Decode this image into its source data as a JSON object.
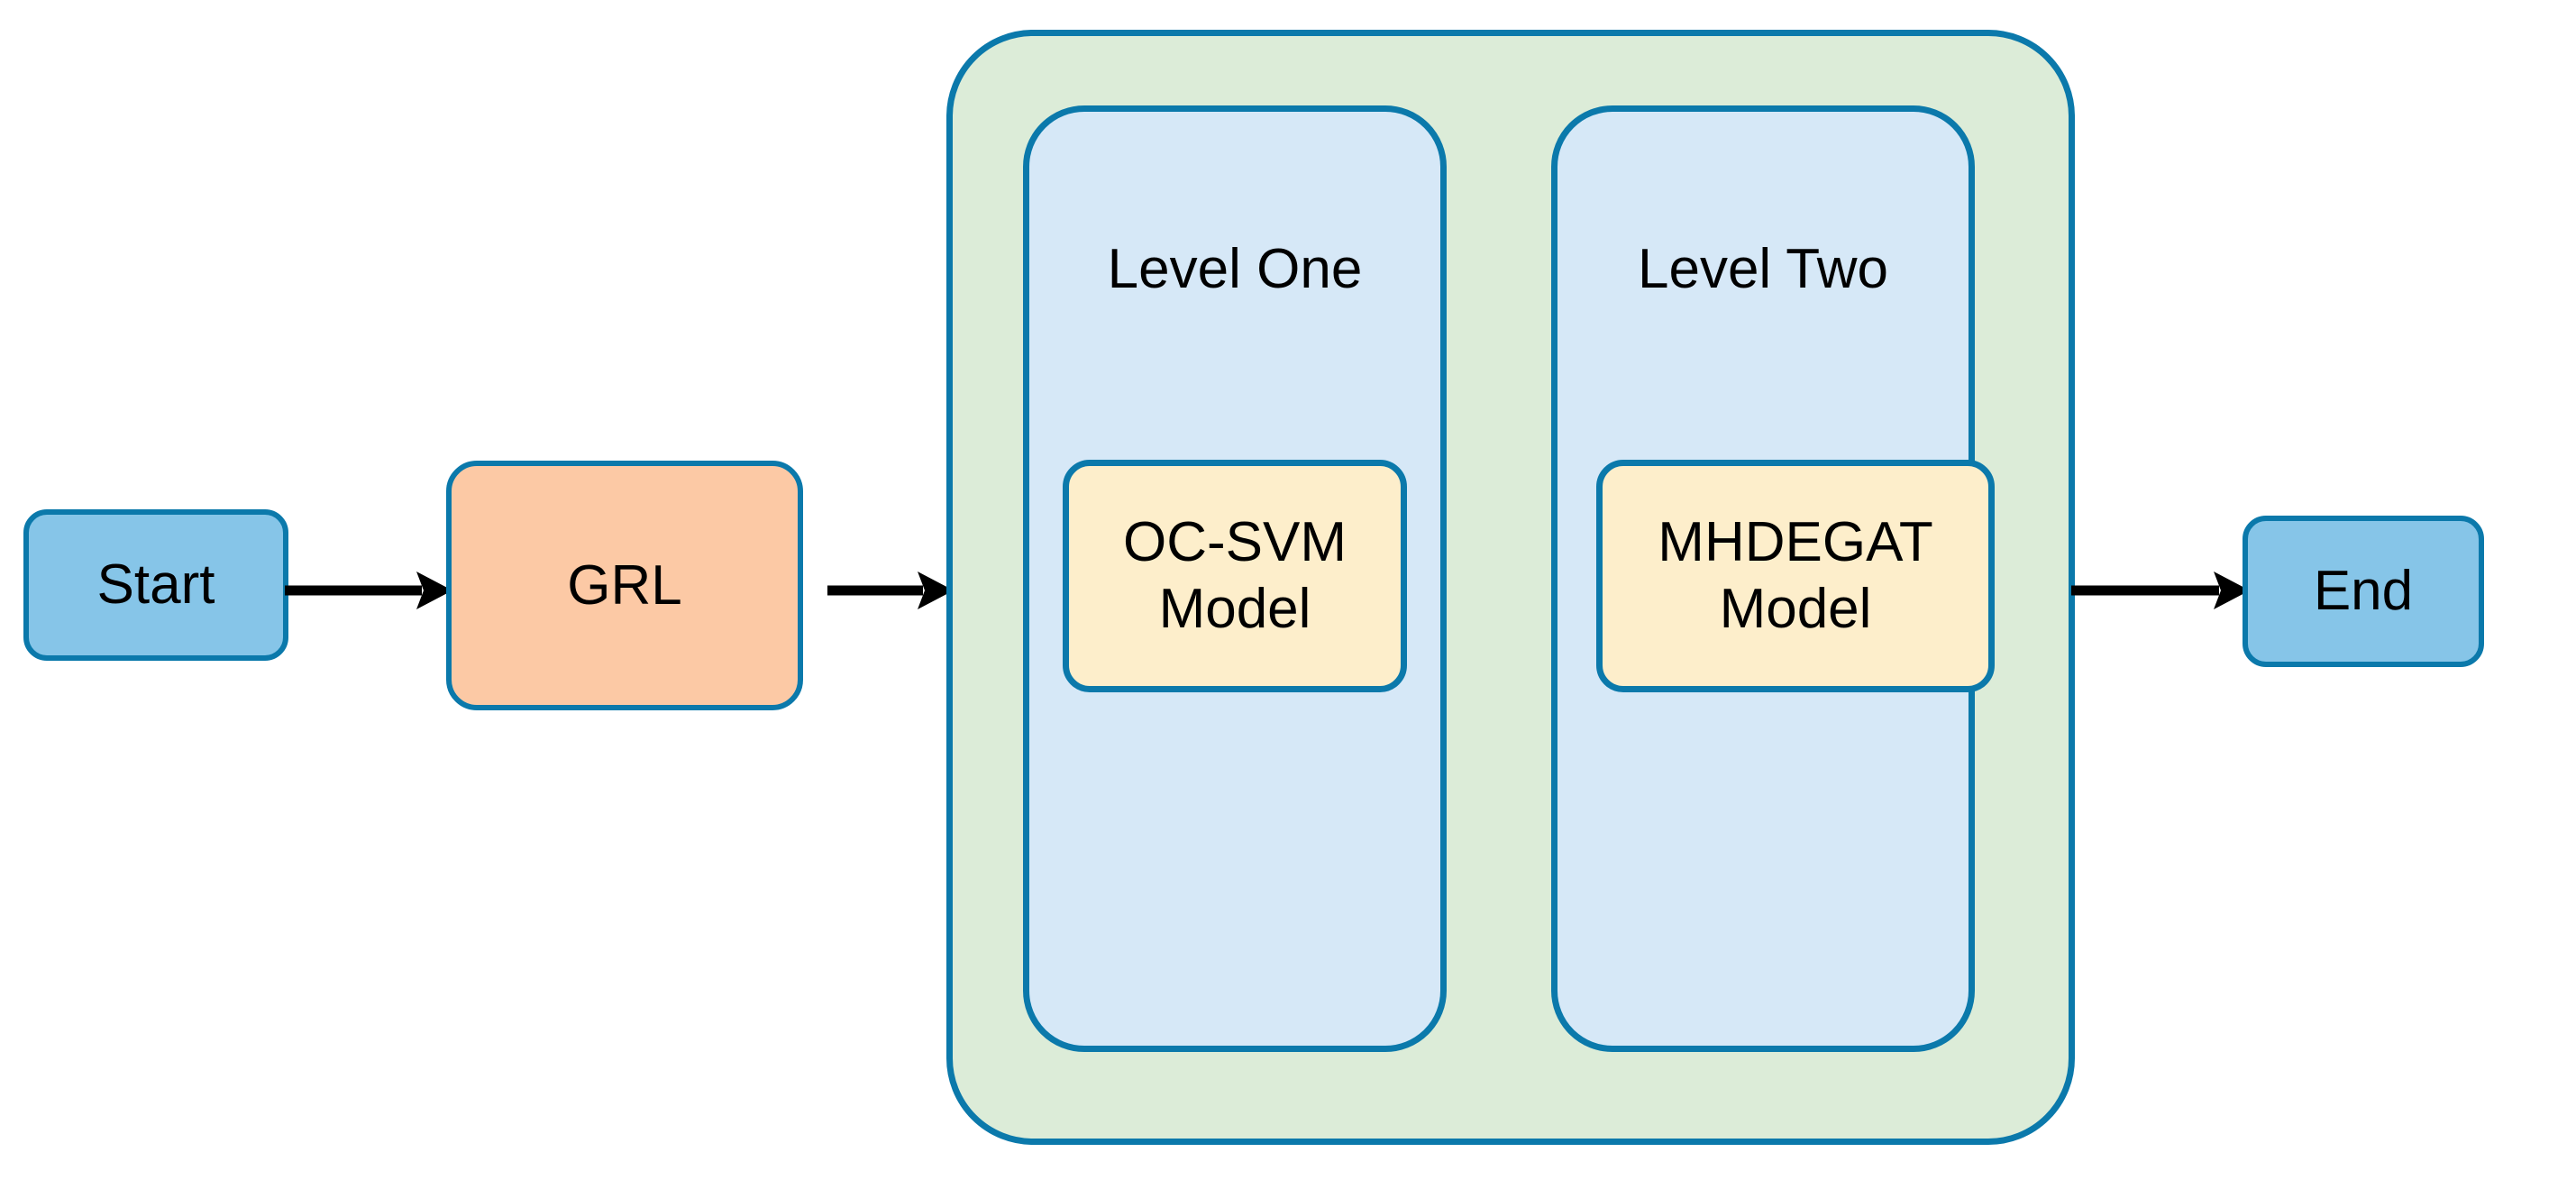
{
  "diagram": {
    "title": "Two-level anomaly detection pipeline flowchart",
    "colors": {
      "stroke": "#0b79ab",
      "terminal_fill": "#86c5e8",
      "process_fill": "#fcc9a5",
      "group_fill": "#dcecd8",
      "lane_fill": "#d6e8f7",
      "model_fill": "#fdeecb",
      "arrow": "#000000"
    },
    "nodes": {
      "start": {
        "label": "Start"
      },
      "grl": {
        "label": "GRL"
      },
      "end": {
        "label": "End"
      }
    },
    "group": {
      "lanes": [
        {
          "title": "Level One",
          "model": {
            "label": "OC-SVM\nModel"
          }
        },
        {
          "title": "Level Two",
          "model": {
            "label": "MHDEGAT\nModel"
          }
        }
      ]
    },
    "arrows": [
      {
        "name": "start-to-grl",
        "from": "Start",
        "to": "GRL"
      },
      {
        "name": "grl-to-group",
        "from": "GRL",
        "to": "Level One"
      },
      {
        "name": "group-to-end",
        "from": "Level Two",
        "to": "End"
      }
    ]
  }
}
